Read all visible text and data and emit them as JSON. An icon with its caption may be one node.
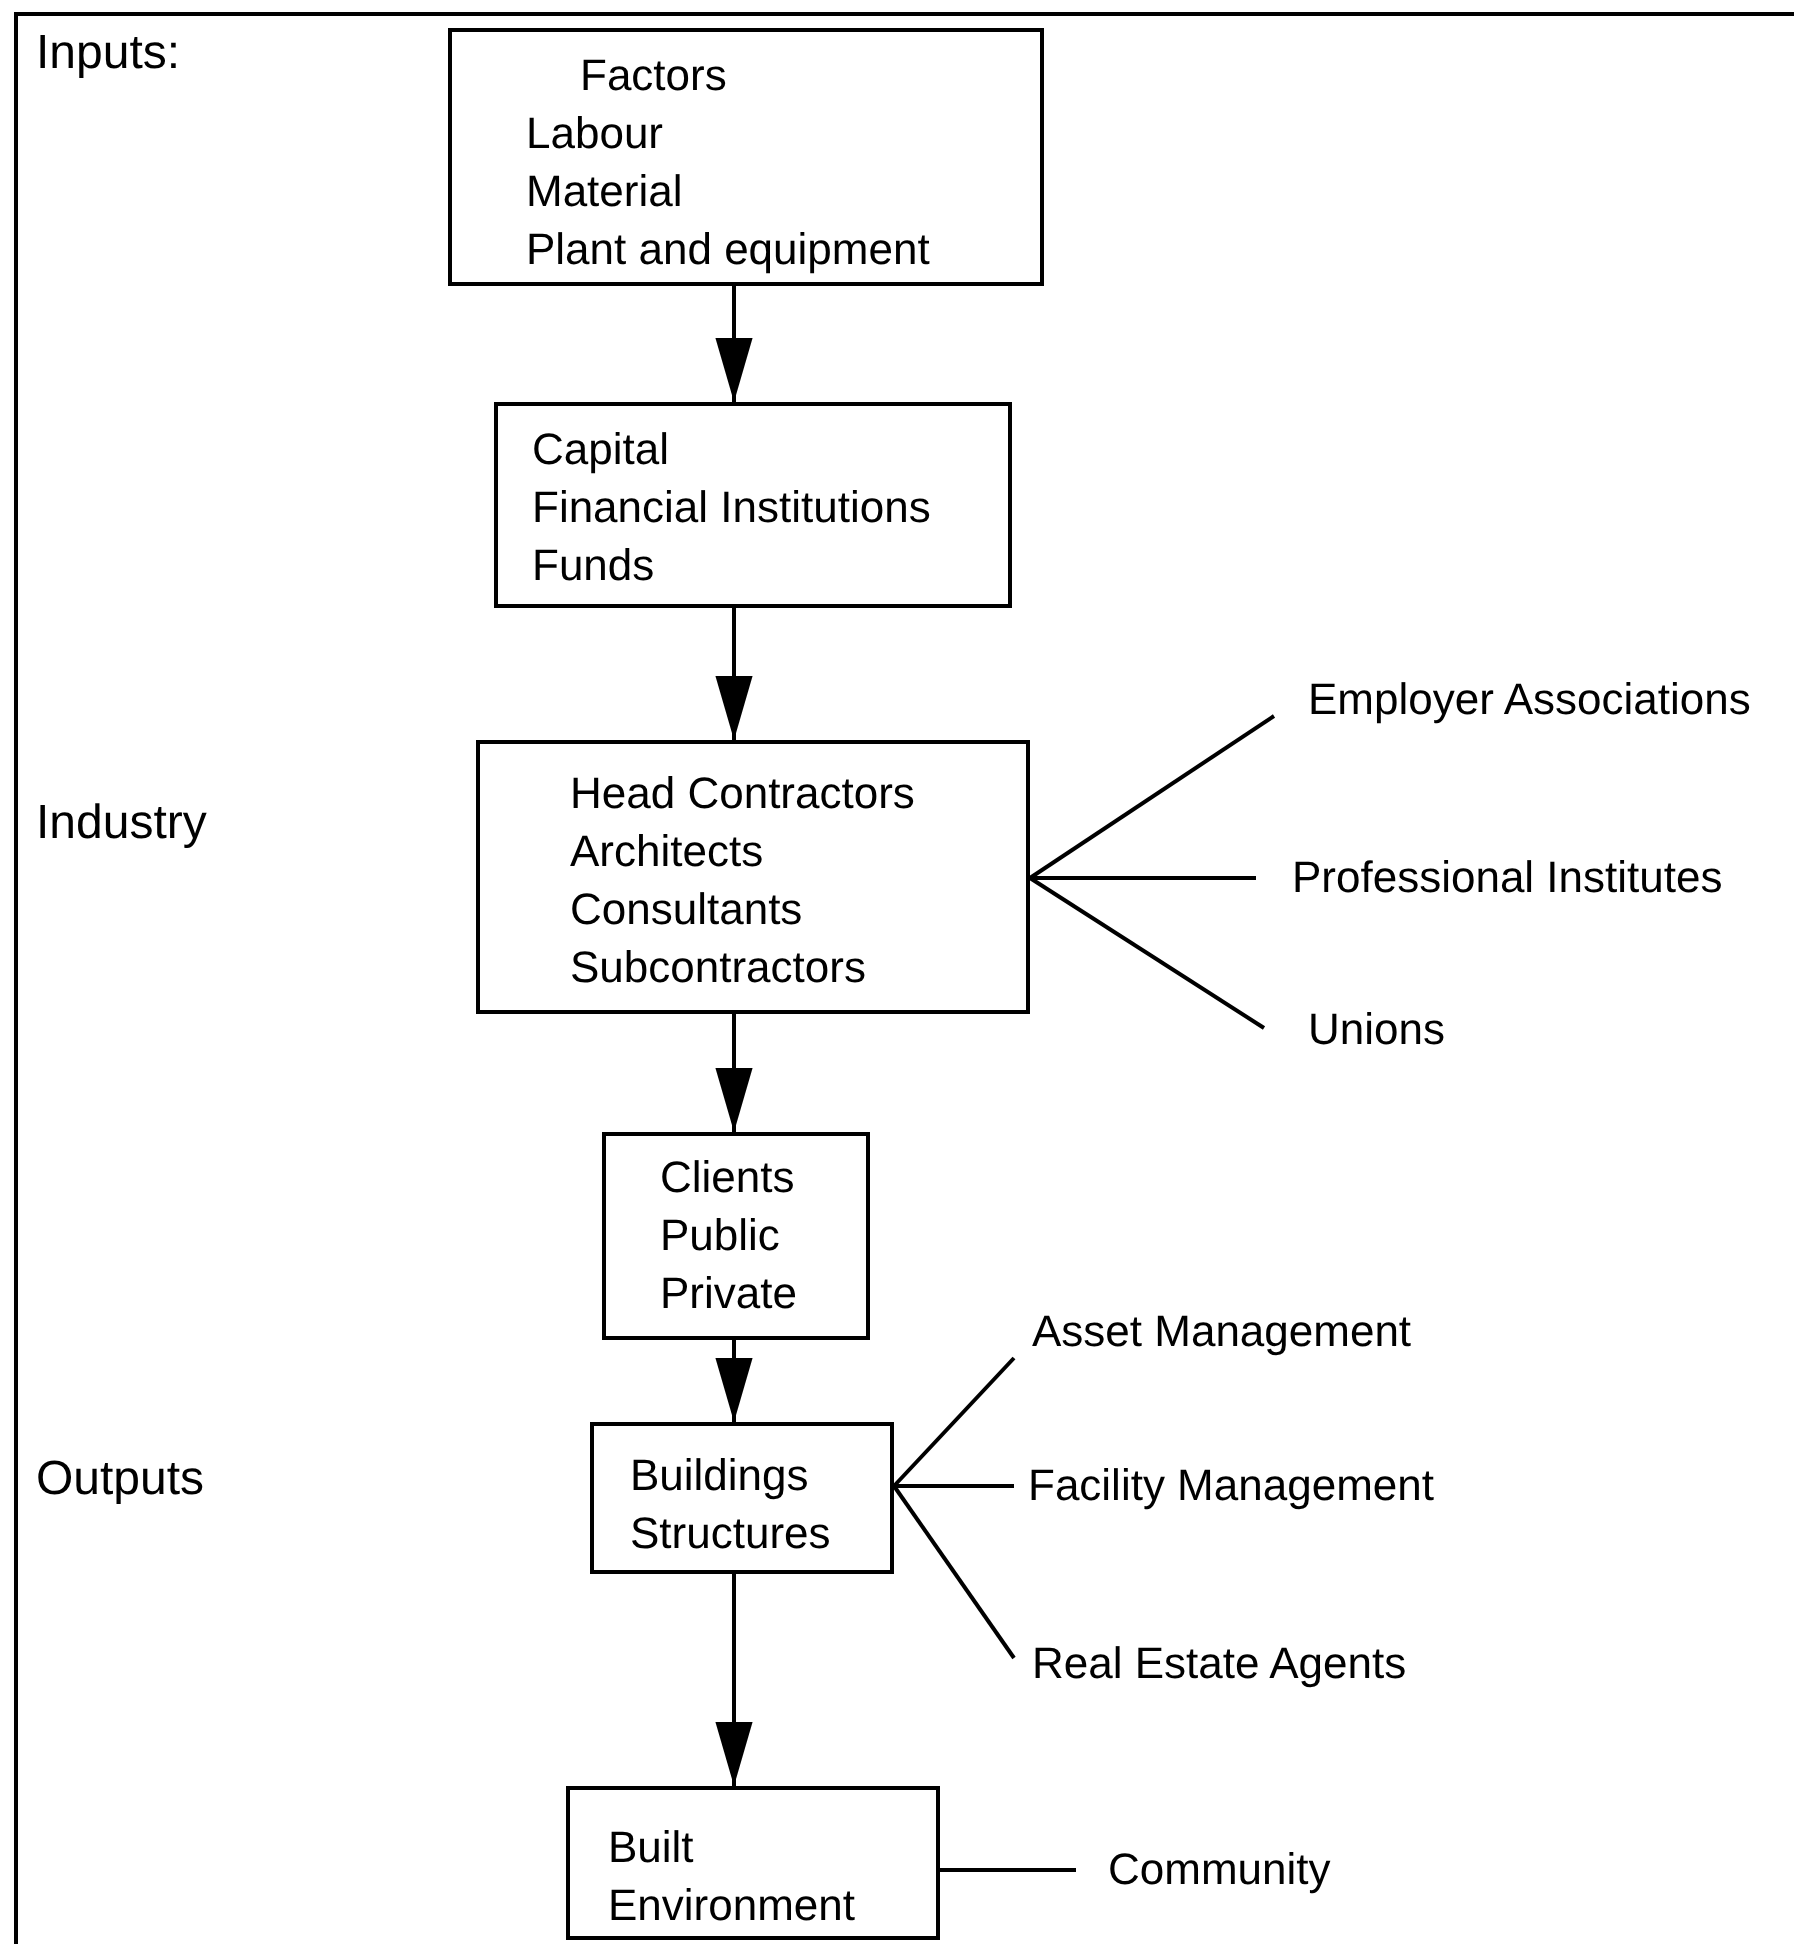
{
  "diagram": {
    "nodes": [
      {
        "text": [
          "Factors",
          "Labour",
          "Material",
          "Plant and equipment"
        ]
      },
      {
        "text": [
          "Capital",
          "Financial Institutions",
          "Funds"
        ]
      },
      {
        "text": [
          "Head Contractors",
          "Architects",
          "Consultants",
          "Subcontractors"
        ]
      },
      {
        "text": [
          "Clients",
          "Public",
          "Private"
        ]
      },
      {
        "text": [
          "Buildings",
          "Structures"
        ]
      },
      {
        "text": [
          "Built Environment"
        ]
      },
      {
        "text": [
          "Employer Associations"
        ]
      },
      {
        "text": [
          "Professional Institutes"
        ]
      },
      {
        "text": [
          "Unions"
        ]
      },
      {
        "text": [
          "Asset Management"
        ]
      },
      {
        "text": [
          "Facility Management"
        ]
      },
      {
        "text": [
          "Real Estate Agents"
        ]
      },
      {
        "text": [
          "Community"
        ]
      }
    ],
    "edges": [
      {
        "from": 0,
        "to": 1,
        "arrow": "to"
      },
      {
        "from": 1,
        "to": 2,
        "arrow": "to"
      },
      {
        "from": 2,
        "to": 3,
        "arrow": "to"
      },
      {
        "from": 3,
        "to": 4,
        "arrow": "to"
      },
      {
        "from": 4,
        "to": 5,
        "arrow": "to"
      },
      {
        "from": 2,
        "to": 6,
        "arrow": "none"
      },
      {
        "from": 2,
        "to": 7,
        "arrow": "none"
      },
      {
        "from": 2,
        "to": 8,
        "arrow": "none"
      },
      {
        "from": 4,
        "to": 9,
        "arrow": "none"
      },
      {
        "from": 4,
        "to": 10,
        "arrow": "none"
      },
      {
        "from": 4,
        "to": 11,
        "arrow": "none"
      },
      {
        "from": 5,
        "to": 12,
        "arrow": "none"
      }
    ],
    "labels": [
      "Inputs:",
      "Industry",
      "Outputs"
    ]
  }
}
